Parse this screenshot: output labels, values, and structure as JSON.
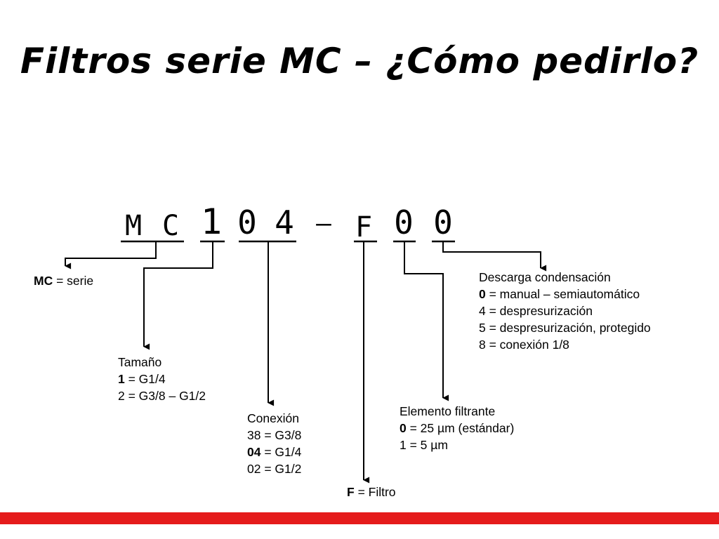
{
  "title": "Filtros serie MC – ¿Cómo pedirlo?",
  "code": {
    "chars": [
      "M",
      "C",
      "1",
      "0",
      "4",
      "–",
      "F",
      "0",
      "0"
    ]
  },
  "labels": {
    "serie": {
      "key": "MC",
      "rest": " = serie"
    },
    "tamano": {
      "heading": "Tamaño",
      "lines": [
        {
          "key": "1",
          "rest": " = G1/4"
        },
        {
          "key": "",
          "rest": "2 = G3/8 – G1/2"
        }
      ]
    },
    "conexion": {
      "heading": "Conexión",
      "lines": [
        {
          "key": "",
          "rest": "38 = G3/8"
        },
        {
          "key": "04",
          "rest": " = G1/4"
        },
        {
          "key": "",
          "rest": "02 = G1/2"
        }
      ]
    },
    "filtro": {
      "key": "F",
      "rest": " = Filtro"
    },
    "elemento": {
      "heading": "Elemento filtrante",
      "lines": [
        {
          "key": "0",
          "rest": " = 25 µm (estándar)"
        },
        {
          "key": "",
          "rest": "1 = 5 µm"
        }
      ]
    },
    "descarga": {
      "heading": "Descarga condensación",
      "lines": [
        {
          "key": "0",
          "rest": " = manual – semiautomático"
        },
        {
          "key": "",
          "rest": "4 = despresurización"
        },
        {
          "key": "",
          "rest": "5 = despresurización, protegido"
        },
        {
          "key": "",
          "rest": "8 = conexión 1/8"
        }
      ]
    }
  },
  "colors": {
    "accent_bar": "#e51b1b",
    "ink": "#000000"
  }
}
